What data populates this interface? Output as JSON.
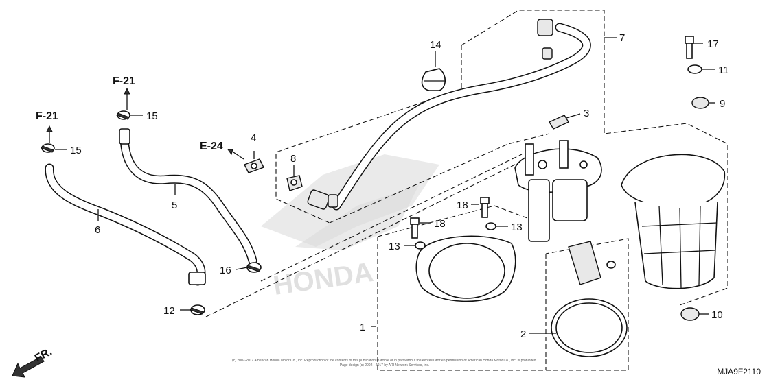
{
  "diagram_code": "MJA9F2110",
  "front_label": "FR.",
  "copyright": [
    "(c) 2002-2017 American Honda Motor Co., Inc. Reproduction of the contents of this publication in whole or in part without the express written permission of American Honda Motor Co., Inc. is prohibited.",
    "Page design (c) 2002 - 2017 by ARI Network Services, Inc."
  ],
  "refs": {
    "f21_upper": "F-21",
    "f21_left": "F-21",
    "e24": "E-24"
  },
  "callouts": {
    "p1": "1",
    "p2": "2",
    "p3": "3",
    "p4": "4",
    "p5": "5",
    "p6": "6",
    "p7": "7",
    "p8": "8",
    "p9": "9",
    "p10": "10",
    "p11": "11",
    "p12": "12",
    "p13a": "13",
    "p13b": "13",
    "p14": "14",
    "p15a": "15",
    "p15b": "15",
    "p16": "16",
    "p17": "17",
    "p18a": "18",
    "p18b": "18"
  }
}
